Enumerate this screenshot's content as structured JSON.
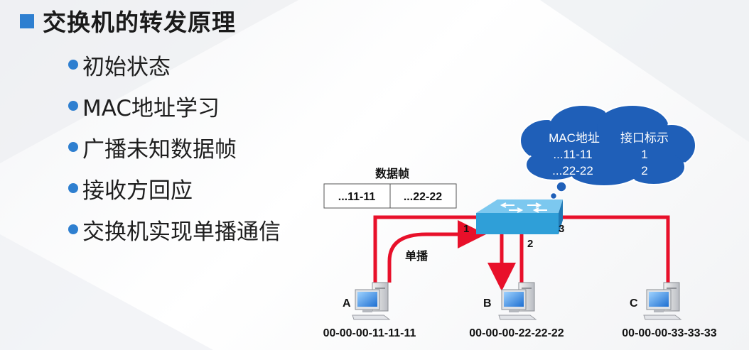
{
  "title": "交换机的转发原理",
  "bullets": [
    "初始状态",
    "MAC地址学习",
    "广播未知数据帧",
    "接收方回应",
    "交换机实现单播通信"
  ],
  "frame": {
    "label": "数据帧",
    "fields": [
      "...11-11",
      "...22-22"
    ]
  },
  "mac_table": {
    "headers": [
      "MAC地址",
      "接口标示"
    ],
    "rows": [
      {
        "mac": "...11-11",
        "port": "1"
      },
      {
        "mac": "...22-22",
        "port": "2"
      }
    ]
  },
  "switch": {
    "ports": [
      "1",
      "2",
      "3"
    ]
  },
  "unicast_label": "单播",
  "hosts": [
    {
      "name": "A",
      "mac": "00-00-00-11-11-11"
    },
    {
      "name": "B",
      "mac": "00-00-00-22-22-22"
    },
    {
      "name": "C",
      "mac": "00-00-00-33-33-33"
    }
  ],
  "colors": {
    "accent": "#2e7fd0",
    "link": "#e8102a",
    "cloud": "#1f5fb8",
    "switch": "#2f9fd8"
  }
}
